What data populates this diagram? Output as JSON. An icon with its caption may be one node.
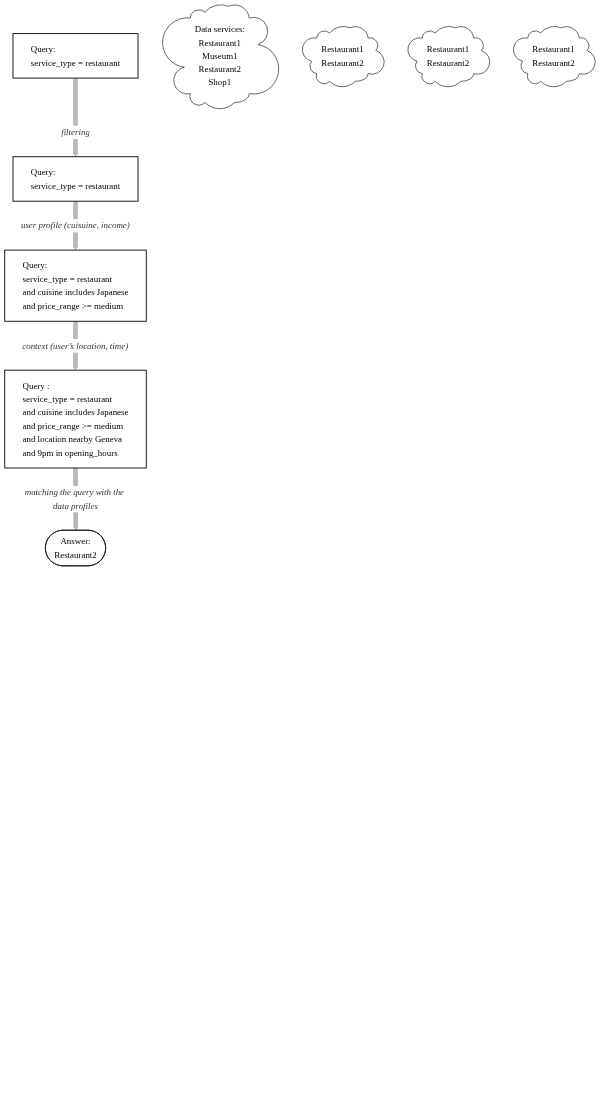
{
  "diagram": {
    "nodes": [
      {
        "text": [
          "Query:",
          "service_type = restaurant"
        ]
      },
      {
        "text": [
          "Data services:",
          "Restaurant1",
          "Museum1",
          "Restaurant2",
          "Shop1"
        ]
      },
      {
        "text": [
          "Query:",
          "service_type = restaurant"
        ]
      },
      {
        "text": [
          "Restaurant1",
          "Restaurant2"
        ]
      },
      {
        "text": [
          "Query:",
          "service_type = restaurant",
          "and cuisine includes Japanese",
          "and price_range >= medium"
        ]
      },
      {
        "text": [
          "Restaurant1",
          "Restaurant2"
        ]
      },
      {
        "text": [
          "Query :",
          "service_type = restaurant",
          "and cuisine includes Japanese",
          "and price_range >= medium",
          "and location nearby Geneva",
          "and 9pm in opening_hours"
        ]
      },
      {
        "text": [
          "Restaurant1",
          "Restaurant2"
        ]
      },
      {
        "text": [
          "Answer:",
          "Restaurant2"
        ]
      }
    ],
    "edges": [
      {
        "from": 0,
        "to": 2,
        "arrow": "to",
        "label": "filtering"
      },
      {
        "from": 2,
        "to": 4,
        "arrow": "to",
        "label": "user profile (cuisuine, income)"
      },
      {
        "from": 4,
        "to": 6,
        "arrow": "to",
        "label": "context (user’s location, time)"
      },
      {
        "from": 6,
        "to": 8,
        "arrow": "to",
        "label": "matching the query with the data profiles"
      }
    ]
  }
}
